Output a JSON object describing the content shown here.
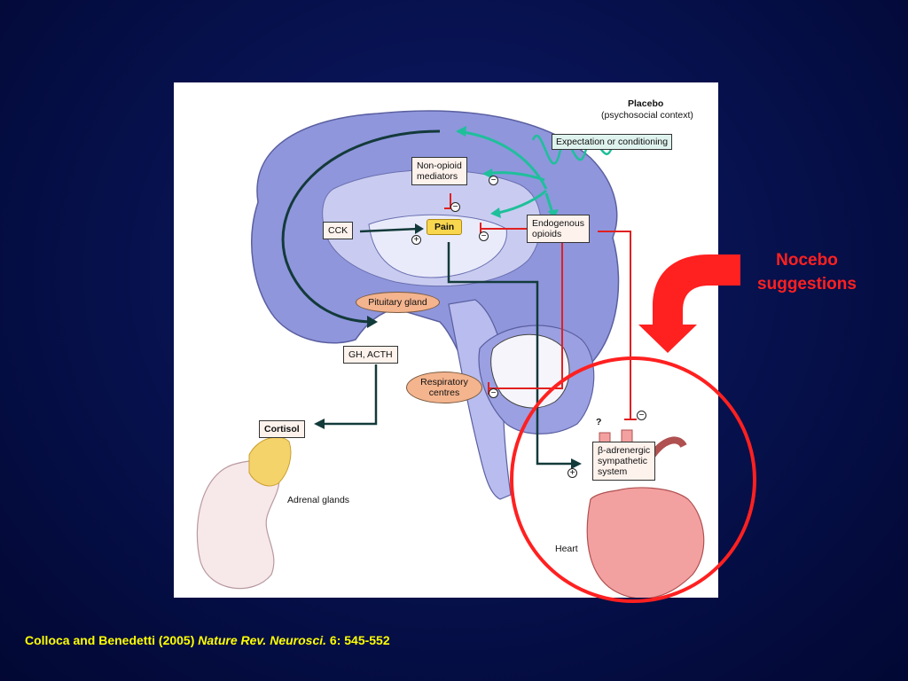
{
  "figure": {
    "placebo_title": "Placebo",
    "placebo_sub": "(psychosocial context)",
    "expectation": "Expectation or conditioning",
    "non_opioid": [
      "Non-opioid",
      "mediators"
    ],
    "cck": "CCK",
    "pain": "Pain",
    "endogenous": [
      "Endogenous",
      "opioids"
    ],
    "pituitary": "Pituitary gland",
    "gh_acth": "GH, ACTH",
    "respiratory": [
      "Respiratory",
      "centres"
    ],
    "cortisol": "Cortisol",
    "adrenal": "Adrenal glands",
    "beta": [
      "β-adrenergic",
      "sympathetic",
      "system"
    ],
    "question": "?",
    "heart": "Heart",
    "minus": "−",
    "plus": "+"
  },
  "nocebo": [
    "Nocebo",
    "suggestions"
  ],
  "citation": {
    "authors": "Colloca and Benedetti (2005) ",
    "journal": "Nature Rev. Neurosci.",
    "pages": " 6: 545-552"
  },
  "colors": {
    "brain": "#8c92d6",
    "highlight": "#ff2020",
    "citation": "#ffff00",
    "teal_arrow": "#1fbf9b",
    "dark_arrow": "#133a3a"
  }
}
